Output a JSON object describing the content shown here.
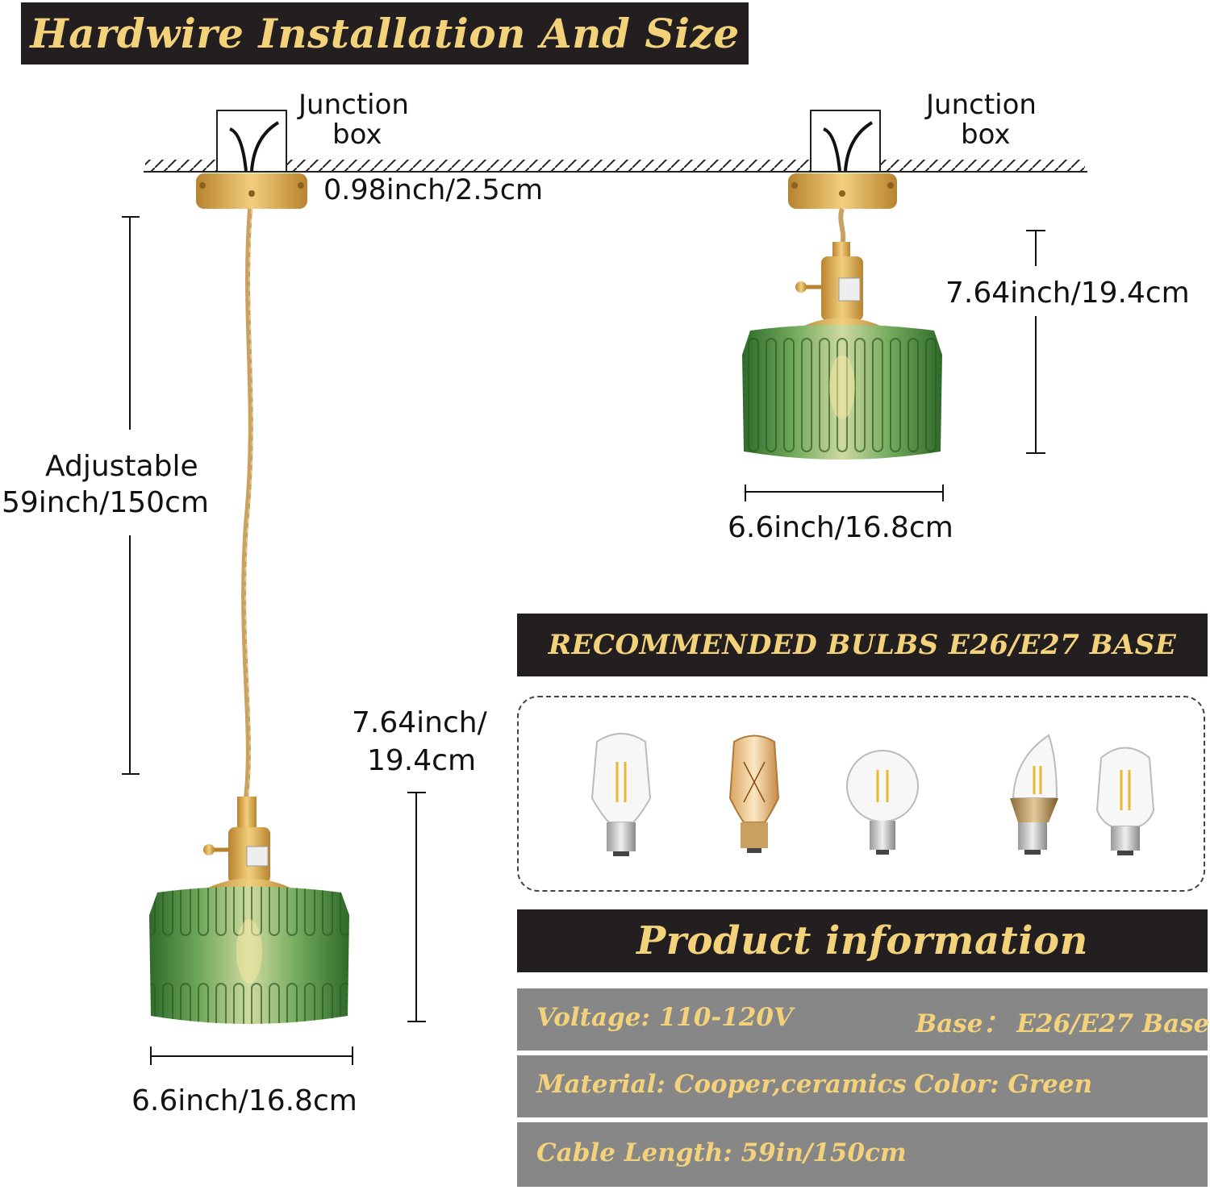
{
  "header": {
    "title": "Hardwire Installation And Size"
  },
  "left_lamp": {
    "junction_label_line1": "Junction",
    "junction_label_line2": "box",
    "canopy_height": "0.98inch/2.5cm",
    "cable_label_line1": "Adjustable",
    "cable_label_line2": "59inch/150cm",
    "shade_height_line1": "7.64inch/",
    "shade_height_line2": "19.4cm",
    "shade_width": "6.6inch/16.8cm"
  },
  "right_lamp": {
    "junction_label_line1": "Junction",
    "junction_label_line2": "box",
    "shade_height": "7.64inch/19.4cm",
    "shade_width": "6.6inch/16.8cm"
  },
  "bulbs": {
    "title": "RECOMMENDED BULBS E26/E27 BASE",
    "items": [
      "ST64 edison bulb",
      "ST58 amber bulb",
      "G25 globe bulb",
      "candle bulb",
      "T45 tubular bulb"
    ]
  },
  "product_info": {
    "title": "Product information",
    "rows": [
      {
        "left": "Voltage: 110-120V",
        "right": "Base：  E26/E27 Base"
      },
      {
        "left": "Material: Cooper,ceramics",
        "right": "Color:  Green"
      },
      {
        "left": "Cable Length: 59in/150cm",
        "right": ""
      }
    ]
  },
  "colors": {
    "banner": "#231f20",
    "banner_text": "#f3d27a",
    "info_row": "#878787",
    "glass_green": "#4f8a3c",
    "brass": "#d9a94a"
  }
}
